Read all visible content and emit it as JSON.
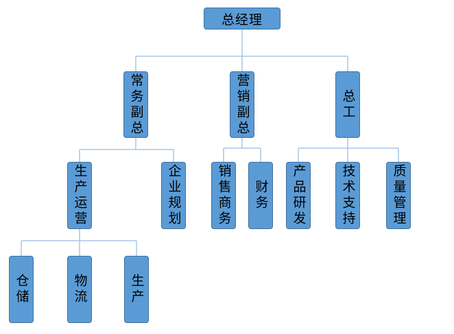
{
  "colors": {
    "box_fill": "#5b9bd5",
    "box_border": "#41719c",
    "connector": "#a7c7e7",
    "text": "#000000"
  },
  "nodes": {
    "ceo": "总经理",
    "vp_operations": "常务副总",
    "vp_marketing": "营销副总",
    "chief_engineer": "总工",
    "production_ops": "生产运营",
    "enterprise_planning": "企业规划",
    "sales_business": "销售商务",
    "finance": "财务",
    "product_rd": "产品研发",
    "tech_support": "技术支持",
    "quality_mgmt": "质量管理",
    "warehouse": "仓储",
    "logistics": "物流",
    "production": "生产"
  }
}
